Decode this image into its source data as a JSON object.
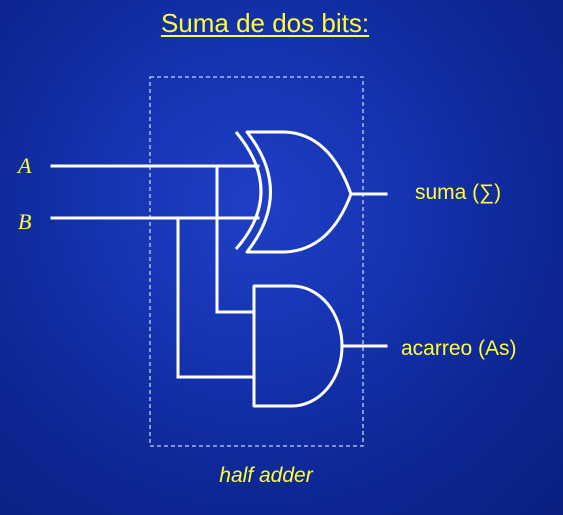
{
  "title": "Suma de dos bits:",
  "inputs": {
    "a": "A",
    "b": "B"
  },
  "outputs": {
    "sum": "suma  (∑)",
    "carry": "acarreo (As)"
  },
  "caption": "half adder",
  "gates": [
    "xor-gate",
    "and-gate"
  ],
  "colors": {
    "text": "#ffff33",
    "wire": "#ffffff",
    "background": "#1533b0",
    "box_border": "#c8d0f0"
  }
}
